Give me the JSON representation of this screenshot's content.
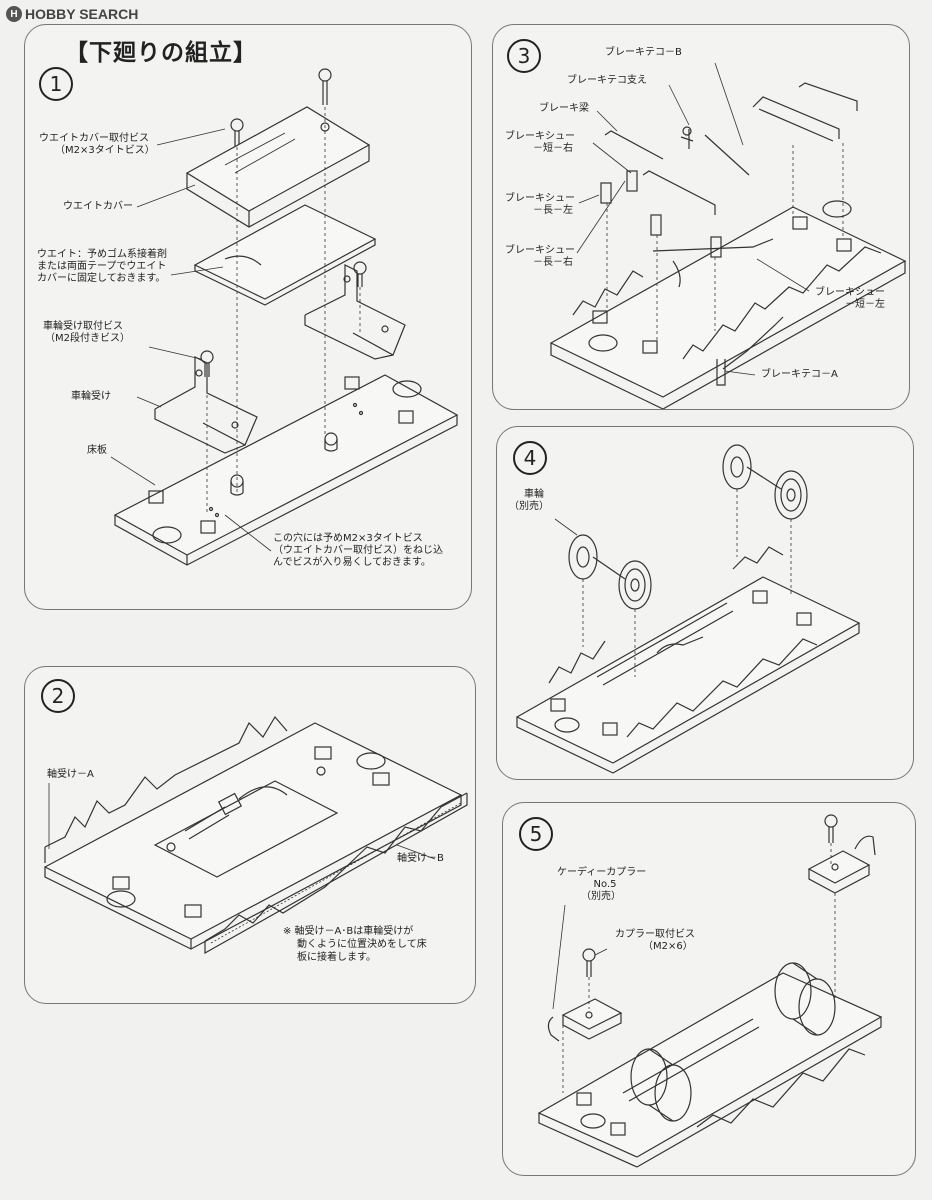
{
  "logo": {
    "mark": "H",
    "text": "HOBBY SEARCH"
  },
  "steps": [
    {
      "number": "1",
      "title": "【下廻りの組立】",
      "labels": {
        "screw_weight_cover_1": "ウエイトカバー取付ビス",
        "screw_weight_cover_2": "（M2×3タイトビス）",
        "weight_cover": "ウエイトカバー",
        "weight_note_1": "ウエイト：予めゴム系接着剤",
        "weight_note_2": "または両面テープでウエイト",
        "weight_note_3": "カバーに固定しておきます。",
        "wheel_holder_screw_1": "車輪受け取付ビス",
        "wheel_holder_screw_2": "（M2段付きビス）",
        "wheel_holder": "車輪受け",
        "floor": "床板",
        "hole_note_1": "この穴には予めM2×3タイトビス",
        "hole_note_2": "（ウエイトカバー取付ビス）をねじ込",
        "hole_note_3": "んでビスが入り易くしておきます。"
      }
    },
    {
      "number": "2",
      "labels": {
        "bearing_a": "軸受け－A",
        "bearing_b": "軸受け－B",
        "note_1": "※ 軸受け－A･Bは車輪受けが",
        "note_2": "動くように位置決めをして床",
        "note_3": "板に接着します。"
      }
    },
    {
      "number": "3",
      "labels": {
        "brake_lever_b": "ブレーキテコ－B",
        "brake_lever_support": "ブレーキテコ支え",
        "brake_beam": "ブレーキ梁",
        "shoe_short_right_1": "ブレーキシュー",
        "shoe_short_right_2": "－短－右",
        "shoe_long_left_1": "ブレーキシュー",
        "shoe_long_left_2": "－長－左",
        "shoe_long_right_1": "ブレーキシュー",
        "shoe_long_right_2": "－長－右",
        "shoe_short_left_1": "ブレーキシュー",
        "shoe_short_left_2": "－短－左",
        "brake_lever_a": "ブレーキテコ－A"
      }
    },
    {
      "number": "4",
      "labels": {
        "wheel_1": "車輪",
        "wheel_2": "（別売）"
      }
    },
    {
      "number": "5",
      "labels": {
        "coupler_1": "ケーディーカプラー",
        "coupler_2": "No.5",
        "coupler_3": "（別売）",
        "coupler_screw_1": "カプラー取付ビス",
        "coupler_screw_2": "（M2×6）"
      }
    }
  ]
}
